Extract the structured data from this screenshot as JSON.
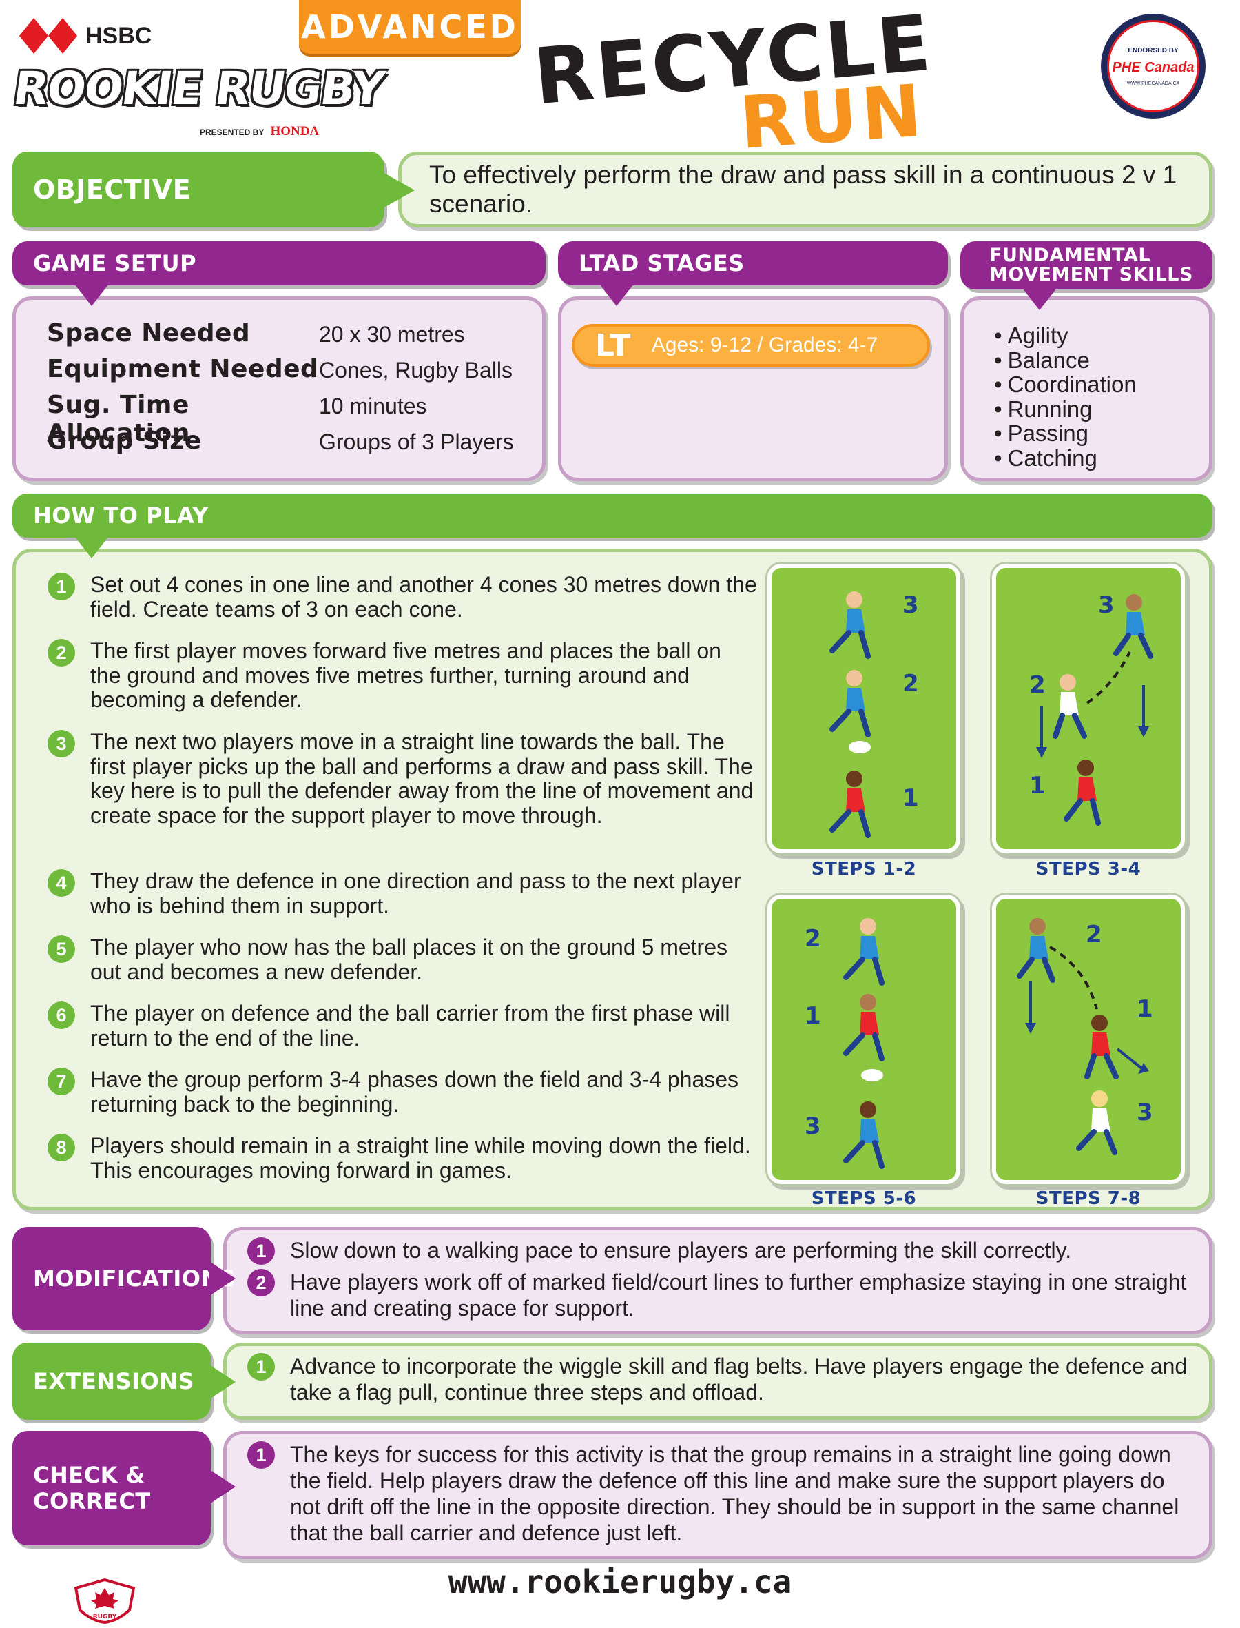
{
  "header": {
    "sponsor": "HSBC",
    "program_logo": "ROOKIE RUGBY",
    "presented_by": "PRESENTED BY",
    "presenter": "HONDA",
    "level": "ADVANCED",
    "title_line1": "RECYCLE",
    "title_line2": "RUN",
    "endorsement": {
      "label": "ENDORSED BY",
      "name": "PHE Canada",
      "url": "WWW.PHECANADA.CA"
    }
  },
  "objective": {
    "label": "OBJECTIVE",
    "text": "To effectively perform the draw and pass skill in a continuous 2 v 1 scenario."
  },
  "game_setup": {
    "label": "GAME SETUP",
    "rows": [
      {
        "key": "Space Needed",
        "value": "20 x 30 metres"
      },
      {
        "key": "Equipment Needed",
        "value": "Cones, Rugby Balls"
      },
      {
        "key": "Sug. Time Allocation",
        "value": "10 minutes"
      },
      {
        "key": "Group Size",
        "value": "Groups of 3 Players"
      }
    ]
  },
  "ltad": {
    "label": "LTAD STAGES",
    "badge": "LT",
    "ages": "Ages: 9-12 / Grades: 4-7"
  },
  "fms": {
    "label_line1": "FUNDAMENTAL",
    "label_line2": "MOVEMENT SKILLS",
    "items": [
      "Agility",
      "Balance",
      "Coordination",
      "Running",
      "Passing",
      "Catching"
    ]
  },
  "how_to_play": {
    "label": "HOW TO PLAY",
    "steps": [
      {
        "n": "1",
        "text": "Set out 4 cones in one line and another 4 cones 30 metres down the field. Create teams of 3 on each cone."
      },
      {
        "n": "2",
        "text": "The first player moves forward five metres and places the ball on the ground and moves five metres further, turning around and becoming a defender."
      },
      {
        "n": "3",
        "text": "The next two players move in a straight line towards the ball. The first player picks up the ball and performs a draw and pass skill. The key here is to pull the defender away from the line of movement and create space for the support player to move through."
      },
      {
        "n": "4",
        "text": "They draw the defence in one direction and pass to the next player who is behind them in support."
      },
      {
        "n": "5",
        "text": "The player who now has the ball places it on the ground 5 metres out and becomes a new defender."
      },
      {
        "n": "6",
        "text": "The player on defence and the ball carrier from the first phase will return to the end of the line."
      },
      {
        "n": "7",
        "text": "Have the group perform 3-4 phases down the field and 3-4 phases returning back to the beginning."
      },
      {
        "n": "8",
        "text": "Players should remain in a straight line while moving down the field. This encourages moving forward in games."
      }
    ],
    "diagrams": [
      {
        "caption": "STEPS 1-2",
        "labels": [
          "3",
          "2",
          "1"
        ]
      },
      {
        "caption": "STEPS 3-4",
        "labels": [
          "3",
          "2",
          "1"
        ]
      },
      {
        "caption": "STEPS 5-6",
        "labels": [
          "2",
          "1",
          "3"
        ]
      },
      {
        "caption": "STEPS 7-8",
        "labels": [
          "2",
          "1",
          "3"
        ]
      }
    ]
  },
  "modifications": {
    "label": "MODIFICATIONS",
    "items": [
      {
        "n": "1",
        "text": "Slow down to a walking pace to ensure players are performing the skill correctly."
      },
      {
        "n": "2",
        "text": "Have players work off of marked field/court lines to further emphasize staying in one straight line and creating space for support."
      }
    ]
  },
  "extensions": {
    "label": "EXTENSIONS",
    "items": [
      {
        "n": "1",
        "text": "Advance to incorporate the wiggle skill and flag belts. Have players engage the defence and take a flag pull, continue three steps and offload."
      }
    ]
  },
  "check_correct": {
    "label_line1": "CHECK &",
    "label_line2": "CORRECT",
    "items": [
      {
        "n": "1",
        "text": "The keys for success for this activity is that the group remains in a straight line going down the field. Help players draw the defence off this line and make sure the support players do not drift off the line in the opposite direction. They should be in support in the same channel that the ball carrier and defence just left."
      }
    ]
  },
  "footer": {
    "url": "www.rookierugby.ca",
    "badge": "RUGBY"
  },
  "colors": {
    "green": "#6fba3a",
    "purple": "#92278f",
    "orange": "#f7941d",
    "field": "#8dc63f",
    "navy": "#1f3f8f"
  }
}
